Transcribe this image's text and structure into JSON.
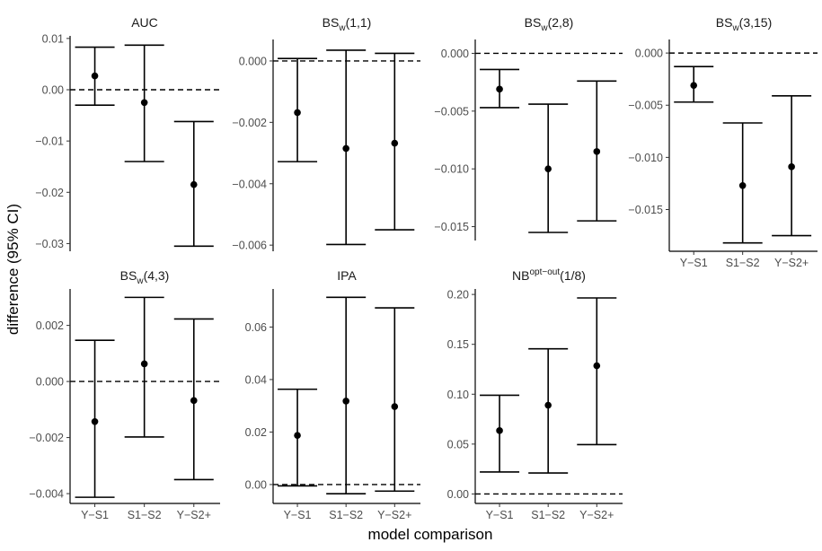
{
  "figure": {
    "ylabel": "difference (95% CI)",
    "xlabel": "model comparison"
  },
  "chart_data": [
    {
      "type": "errorbar",
      "title": {
        "main": "AUC",
        "sub": "",
        "sup": "",
        "suffix": ""
      },
      "categories": [
        "Y−S1",
        "S1−S2",
        "Y−S2+"
      ],
      "estimate": [
        0.0027,
        -0.0025,
        -0.0185
      ],
      "lower": [
        -0.003,
        -0.014,
        -0.0305
      ],
      "upper": [
        0.0083,
        0.0087,
        -0.0062
      ],
      "yticks": [
        0.01,
        0.0,
        -0.01,
        -0.02,
        -0.03
      ],
      "ytick_labels": [
        "0.01",
        "0.00",
        "−0.01",
        "−0.02",
        "−0.03"
      ],
      "ylim": [
        -0.0315,
        0.0105
      ],
      "reference_line": 0,
      "show_xticks": false
    },
    {
      "type": "errorbar",
      "title": {
        "main": "BS",
        "sub": "w",
        "sup": "",
        "suffix": "(1,1)"
      },
      "categories": [
        "Y−S1",
        "S1−S2",
        "Y−S2+"
      ],
      "estimate": [
        -0.00168,
        -0.00285,
        -0.00268
      ],
      "lower": [
        -0.00328,
        -0.00598,
        -0.0055
      ],
      "upper": [
        8e-05,
        0.00035,
        0.00025
      ],
      "yticks": [
        0.0,
        -0.002,
        -0.004,
        -0.006
      ],
      "ytick_labels": [
        "0.000",
        "−0.002",
        "−0.004",
        "−0.006"
      ],
      "ylim": [
        -0.0062,
        0.0007
      ],
      "reference_line": 0,
      "show_xticks": false
    },
    {
      "type": "errorbar",
      "title": {
        "main": "BS",
        "sub": "w",
        "sup": "",
        "suffix": "(2,8)"
      },
      "categories": [
        "Y−S1",
        "S1−S2",
        "Y−S2+"
      ],
      "estimate": [
        -0.0031,
        -0.01,
        -0.0085
      ],
      "lower": [
        -0.0047,
        -0.0155,
        -0.0145
      ],
      "upper": [
        -0.0014,
        -0.0044,
        -0.0024
      ],
      "yticks": [
        0.0,
        -0.005,
        -0.01,
        -0.015
      ],
      "ytick_labels": [
        "0.000",
        "−0.005",
        "−0.010",
        "−0.015"
      ],
      "ylim": [
        -0.0162,
        0.0012
      ],
      "reference_line": 0,
      "show_xticks": false
    },
    {
      "type": "errorbar",
      "title": {
        "main": "BS",
        "sub": "w",
        "sup": "",
        "suffix": "(3,15)"
      },
      "categories": [
        "Y−S1",
        "S1−S2",
        "Y−S2+"
      ],
      "estimate": [
        -0.0031,
        -0.0127,
        -0.0109
      ],
      "lower": [
        -0.0047,
        -0.0182,
        -0.0175
      ],
      "upper": [
        -0.0013,
        -0.0067,
        -0.0041
      ],
      "yticks": [
        0.0,
        -0.005,
        -0.01,
        -0.015
      ],
      "ytick_labels": [
        "0.000",
        "−0.005",
        "−0.010",
        "−0.015"
      ],
      "ylim": [
        -0.019,
        0.0013
      ],
      "reference_line": 0,
      "show_xticks": true
    },
    {
      "type": "errorbar",
      "title": {
        "main": "BS",
        "sub": "w",
        "sup": "",
        "suffix": "(4,3)"
      },
      "categories": [
        "Y−S1",
        "S1−S2",
        "Y−S2+"
      ],
      "estimate": [
        -0.00143,
        0.00063,
        -0.00068
      ],
      "lower": [
        -0.00413,
        -0.00198,
        -0.0035
      ],
      "upper": [
        0.00147,
        0.003,
        0.00223
      ],
      "yticks": [
        0.002,
        0.0,
        -0.002,
        -0.004
      ],
      "ytick_labels": [
        "0.002",
        "0.000",
        "−0.002",
        "−0.004"
      ],
      "ylim": [
        -0.00435,
        0.0033
      ],
      "reference_line": 0,
      "show_xticks": true
    },
    {
      "type": "errorbar",
      "title": {
        "main": "IPA",
        "sub": "",
        "sup": "",
        "suffix": ""
      },
      "categories": [
        "Y−S1",
        "S1−S2",
        "Y−S2+"
      ],
      "estimate": [
        0.0187,
        0.0318,
        0.0297
      ],
      "lower": [
        -0.0005,
        -0.0035,
        -0.0025
      ],
      "upper": [
        0.0363,
        0.0713,
        0.0673
      ],
      "yticks": [
        0.0,
        0.02,
        0.04,
        0.06
      ],
      "ytick_labels": [
        "0.00",
        "0.02",
        "0.04",
        "0.06"
      ],
      "ylim": [
        -0.0072,
        0.0745
      ],
      "reference_line": 0,
      "show_xticks": true
    },
    {
      "type": "errorbar",
      "title": {
        "main": "NB",
        "sub": "",
        "sup": "opt−out",
        "suffix": "(1/8)"
      },
      "categories": [
        "Y−S1",
        "S1−S2",
        "Y−S2+"
      ],
      "estimate": [
        0.0635,
        0.089,
        0.1285
      ],
      "lower": [
        0.022,
        0.021,
        0.0495
      ],
      "upper": [
        0.099,
        0.1455,
        0.1965
      ],
      "yticks": [
        0.0,
        0.05,
        0.1,
        0.15,
        0.2
      ],
      "ytick_labels": [
        "0.00",
        "0.05",
        "0.10",
        "0.15",
        "0.20"
      ],
      "ylim": [
        -0.0095,
        0.2055
      ],
      "reference_line": 0,
      "show_xticks": true
    }
  ]
}
